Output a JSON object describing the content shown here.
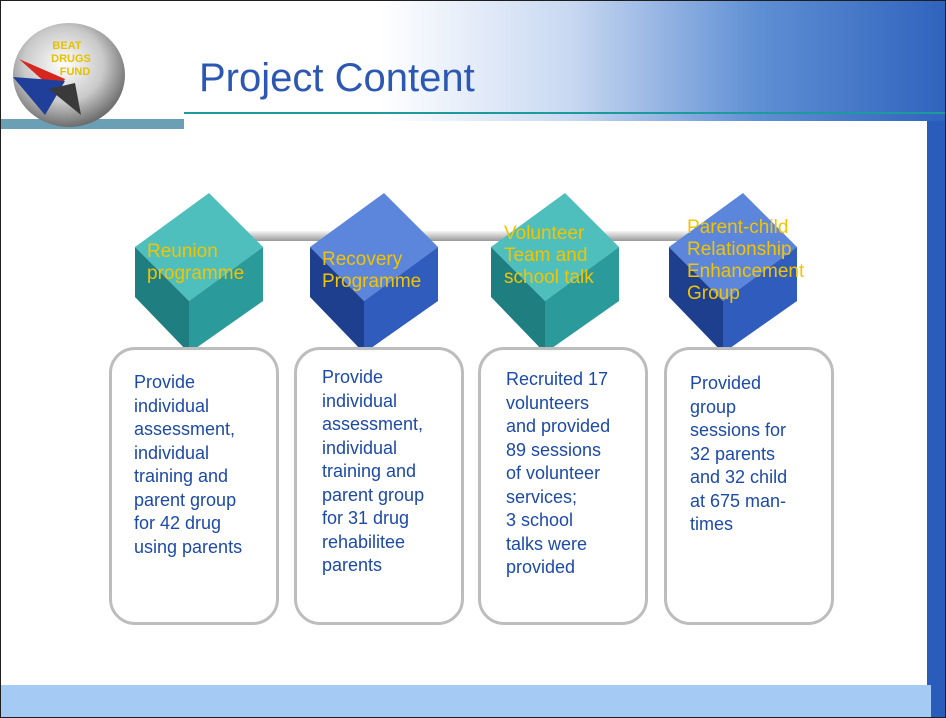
{
  "slide": {
    "title": "Project Content",
    "colors": {
      "title": "#2c58b3",
      "label": "#f2c400",
      "body": "#1c4aa6",
      "teal": "#2a9a9b",
      "blue": "#2f5cbd"
    },
    "logo": {
      "name": "beat-drugs-fund-logo",
      "text": "BEAT DRUGS FUND"
    },
    "steps": [
      {
        "label": "Reunion\nprogramme",
        "cube_color": "teal",
        "description": "Provide\nindividual\nassessment,\nindividual\ntraining and\nparent group\nfor 42 drug\nusing parents"
      },
      {
        "label": "Recovery\nProgramme",
        "cube_color": "blue",
        "description": "Provide\nindividual\nassessment,\nindividual\ntraining and\nparent group\nfor 31 drug\nrehabilitee\nparents"
      },
      {
        "label": "Volunteer\nTeam and\nschool talk",
        "cube_color": "teal",
        "description": "Recruited 17\nvolunteers\nand provided\n89 sessions\nof volunteer\nservices;\n3 school\ntalks were\nprovided"
      },
      {
        "label": "Parent-child\nRelationship\nEnhancement\nGroup",
        "cube_color": "blue",
        "description": "Provided\ngroup\nsessions for\n32 parents\nand 32 child\nat 675 man-\ntimes"
      }
    ]
  }
}
